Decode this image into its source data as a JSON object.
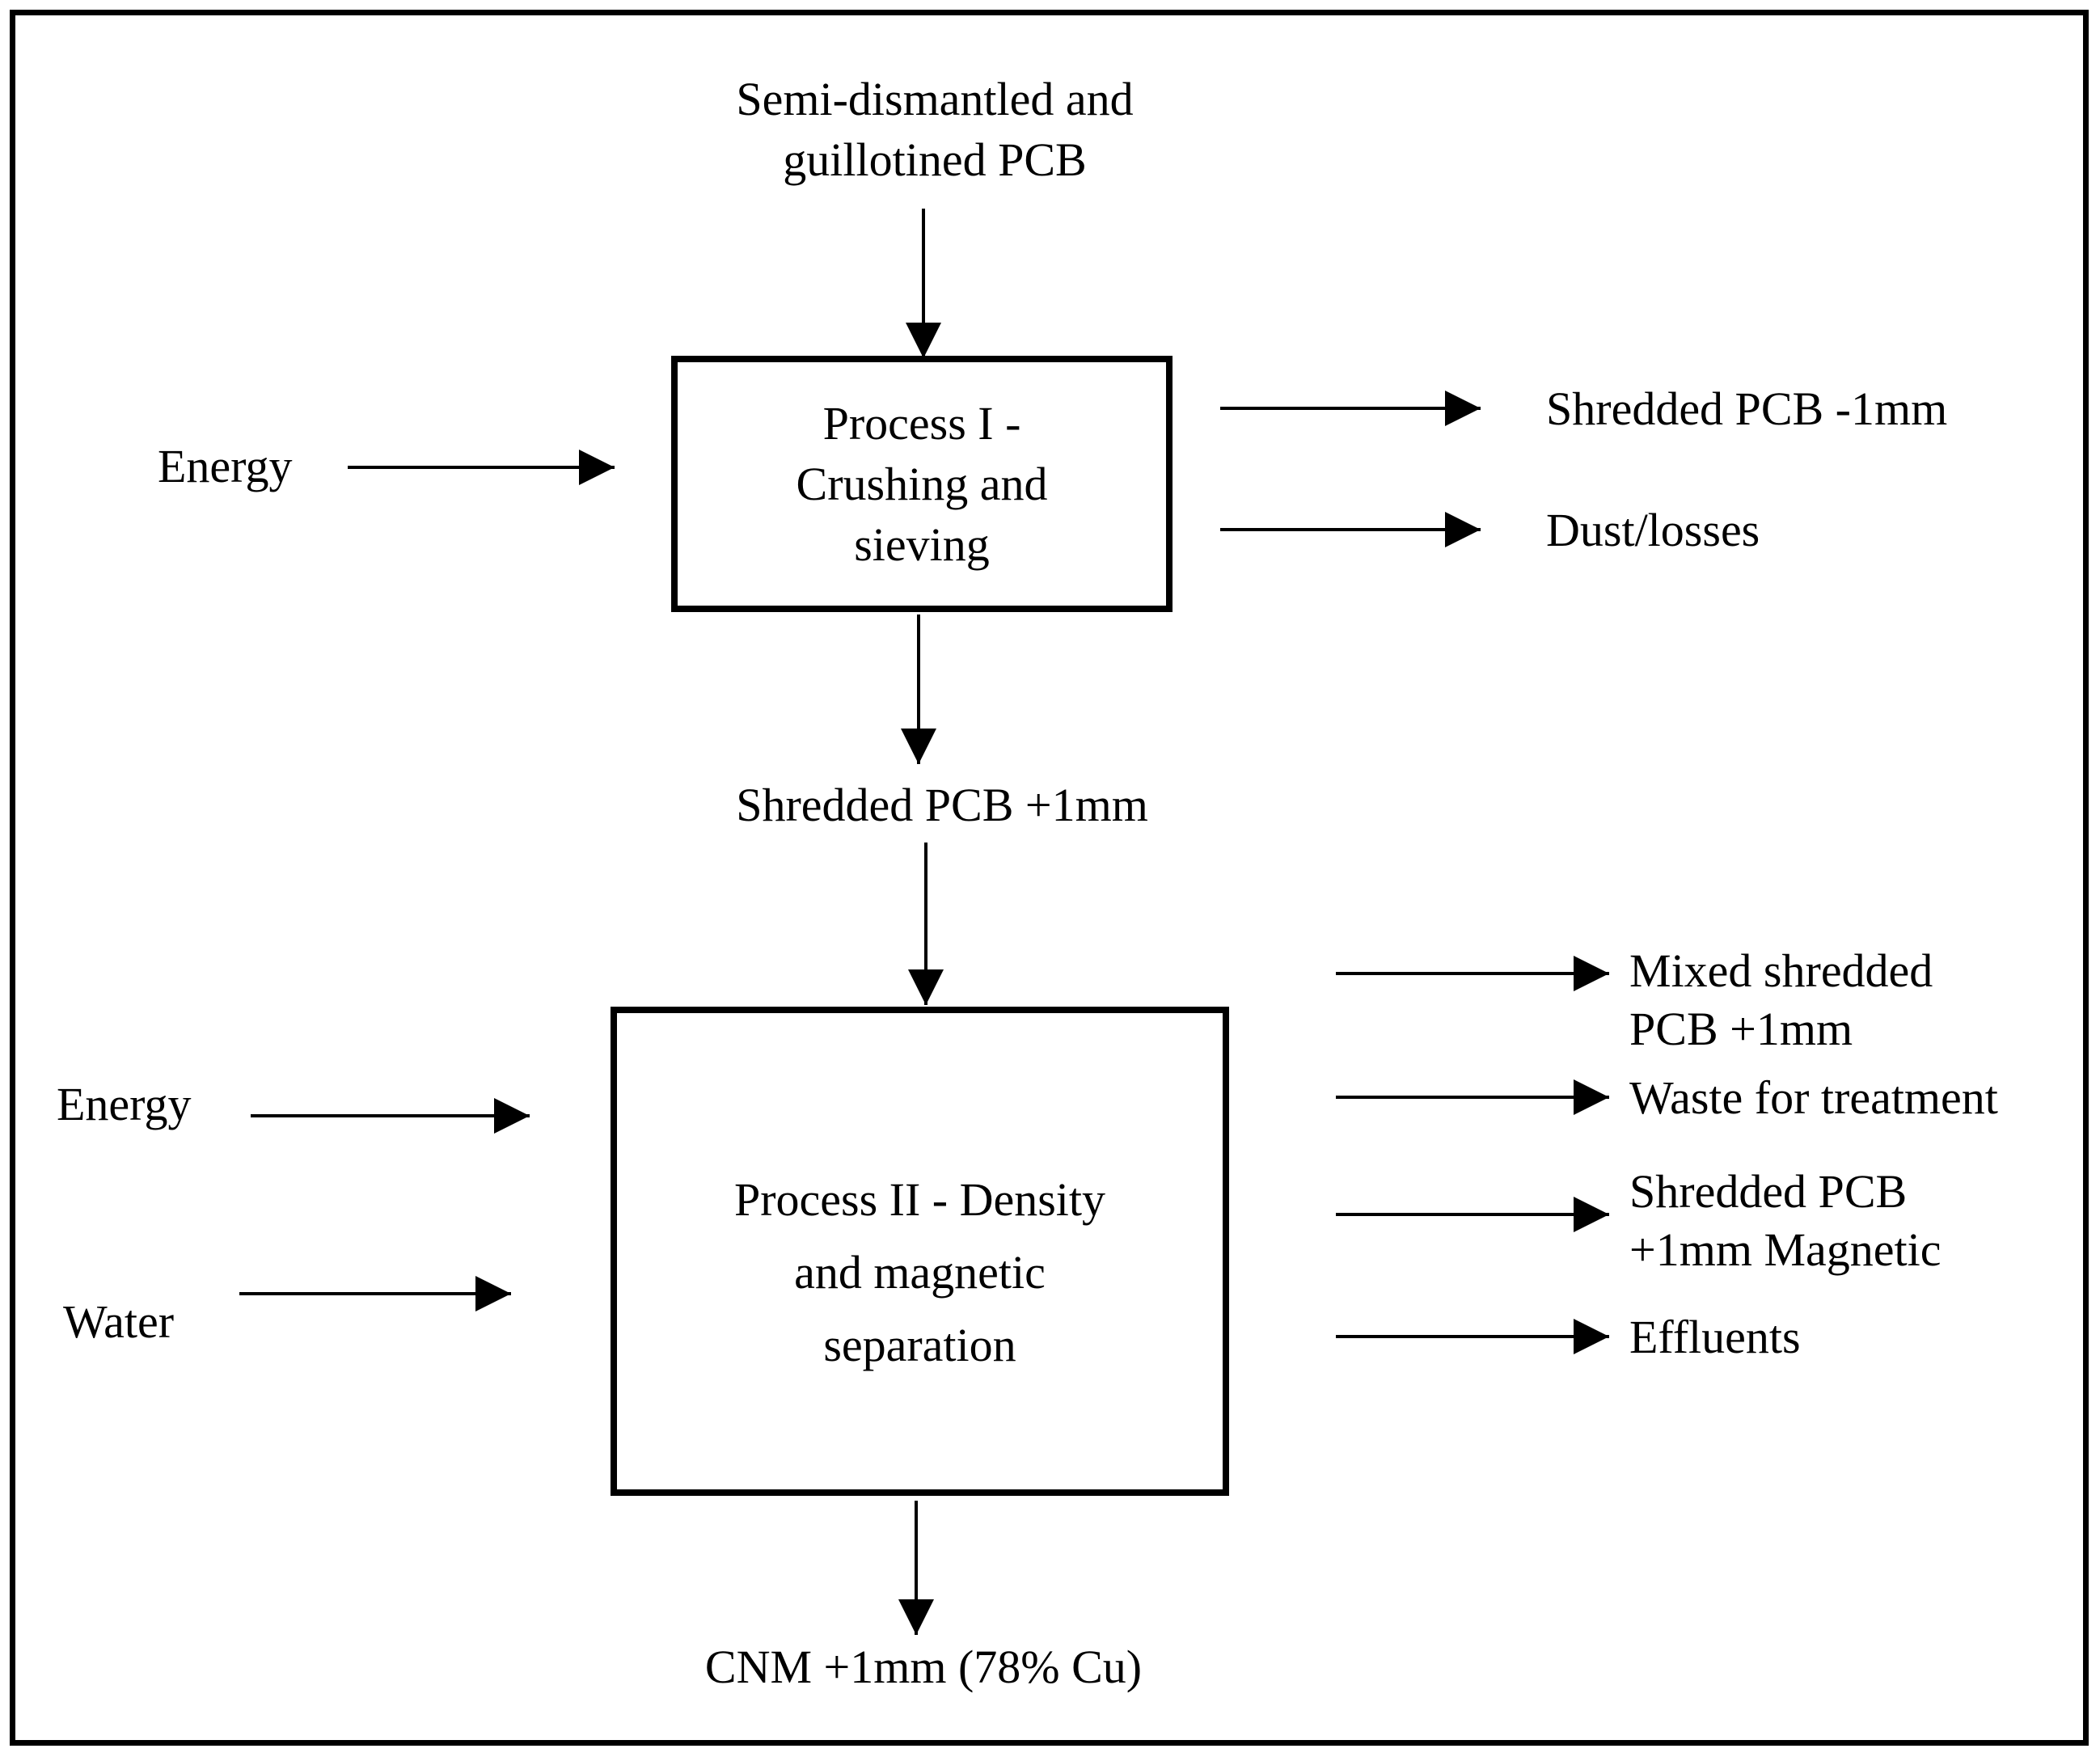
{
  "diagram": {
    "background": "#ffffff",
    "line_color": "#000000",
    "nodes": {
      "top_input": "Semi-dismantled and\nguillotined PCB",
      "process1": "Process I -\nCrushing and\nsieving",
      "intermediate": "Shredded PCB +1mm",
      "process2": "Process II - Density\nand magnetic\nseparation",
      "final_output": "CNM +1mm (78% Cu)"
    },
    "process1_inputs": [
      {
        "label": "Energy"
      }
    ],
    "process1_outputs": [
      {
        "label": "Shredded PCB -1mm"
      },
      {
        "label": "Dust/losses"
      }
    ],
    "process2_inputs": [
      {
        "label": "Energy"
      },
      {
        "label": "Water"
      }
    ],
    "process2_outputs": [
      {
        "label": "Mixed shredded\nPCB +1mm"
      },
      {
        "label": "Waste for treatment"
      },
      {
        "label": "Shredded PCB\n+1mm Magnetic"
      },
      {
        "label": "Effluents"
      }
    ]
  }
}
